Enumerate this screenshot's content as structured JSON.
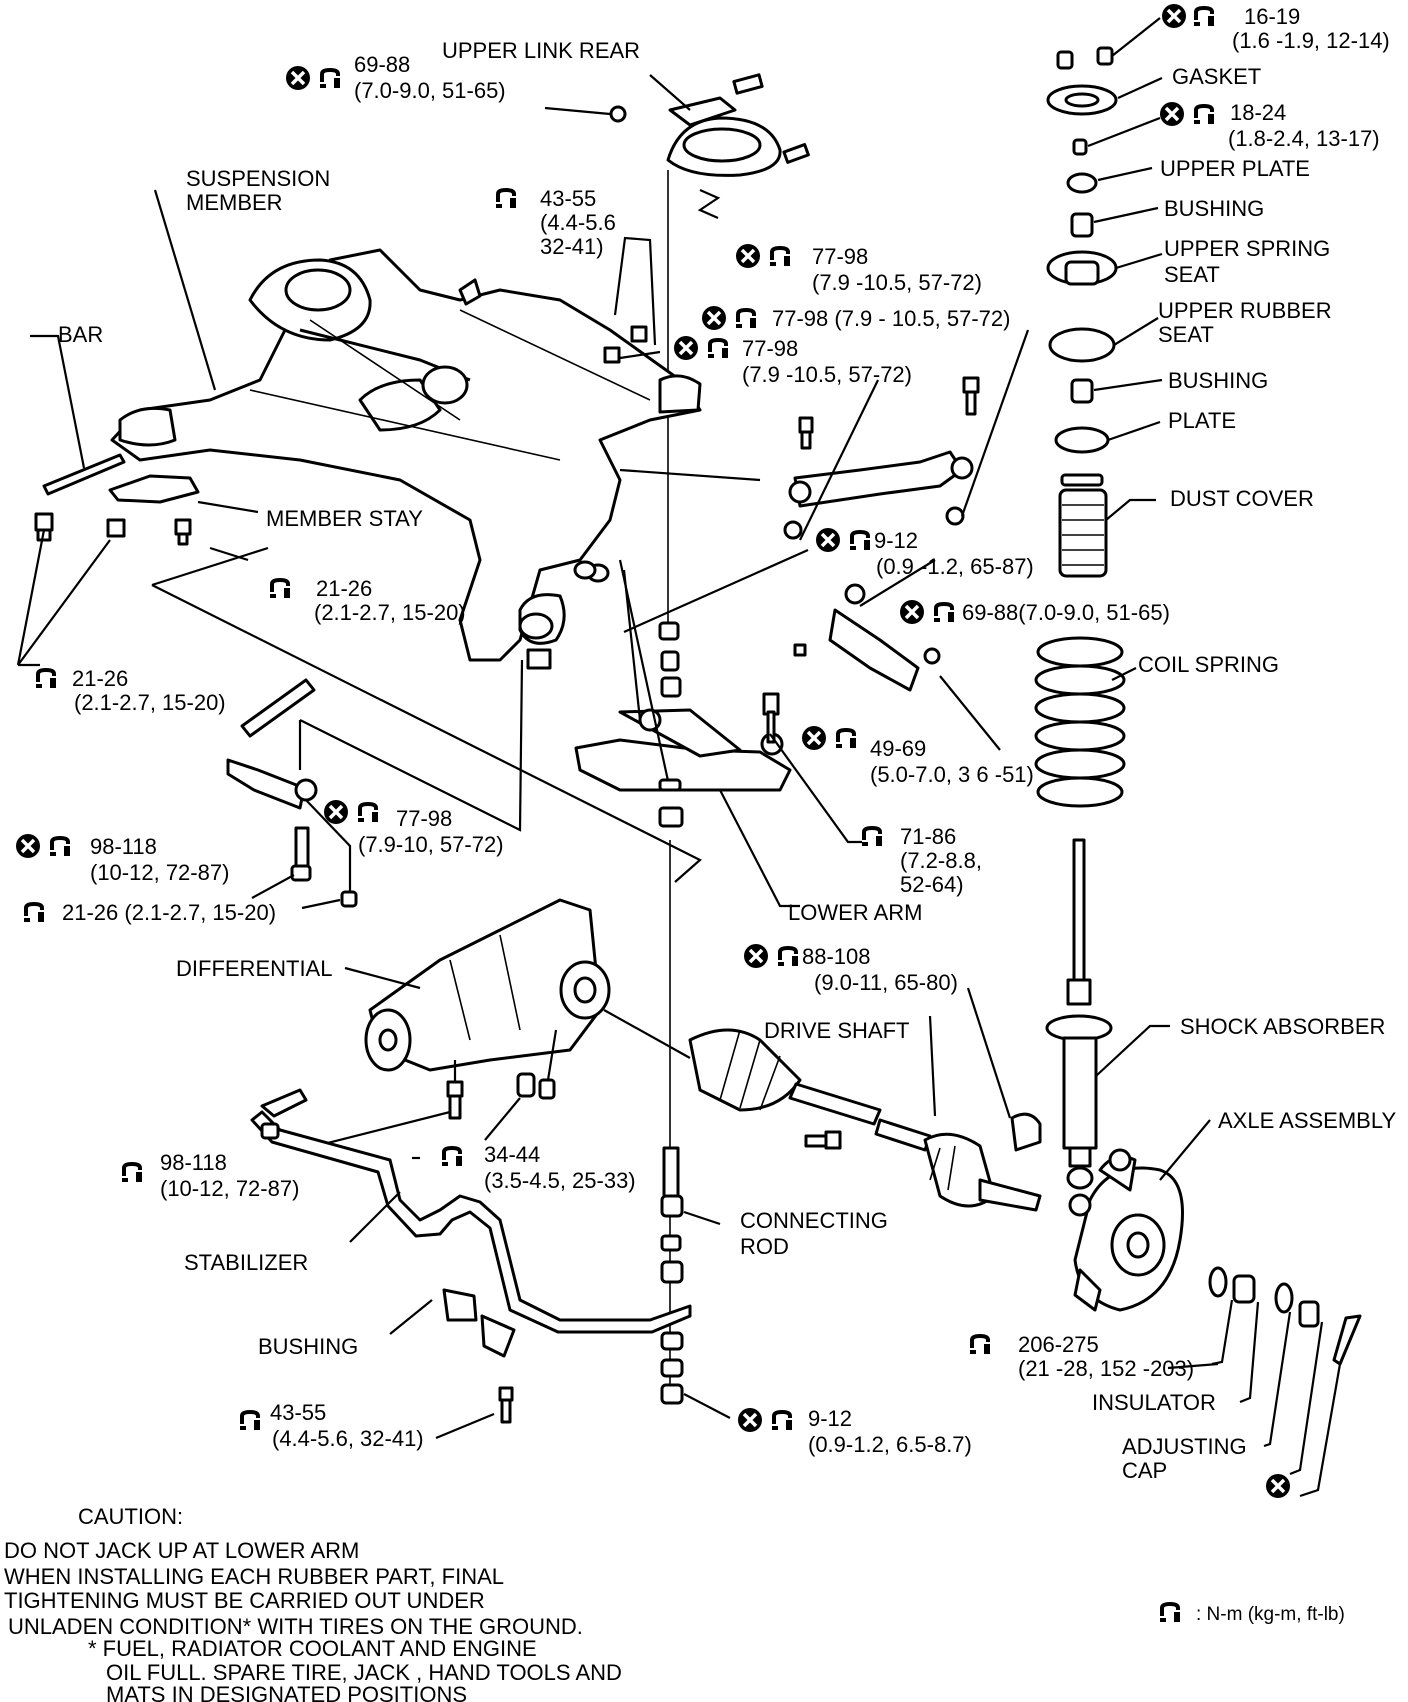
{
  "labels": {
    "upper_link_rear": "UPPER LINK REAR",
    "suspension_member_1": "SUSPENSION",
    "suspension_member_2": "MEMBER",
    "bar": "BAR",
    "member_stay": "MEMBER STAY",
    "gasket": "GASKET",
    "upper_plate": "UPPER PLATE",
    "bushing_top": "BUSHING",
    "upper_spring_seat_1": "UPPER SPRING",
    "upper_spring_seat_2": "SEAT",
    "upper_rubber_seat_1": "UPPER RUBBER",
    "upper_rubber_seat_2": "SEAT",
    "bushing_mid": "BUSHING",
    "plate": "PLATE",
    "dust_cover": "DUST COVER",
    "coil_spring": "COIL SPRING",
    "lower_arm": "LOWER ARM",
    "differential": "DIFFERENTIAL",
    "drive_shaft": "DRIVE SHAFT",
    "shock_absorber": "SHOCK ABSORBER",
    "axle_assembly": "AXLE ASSEMBLY",
    "connecting_rod_1": "CONNECTING",
    "connecting_rod_2": "ROD",
    "stabilizer": "STABILIZER",
    "bushing_bottom": "BUSHING",
    "insulator": "INSULATOR",
    "adjusting_cap_1": "ADJUSTING",
    "adjusting_cap_2": "CAP"
  },
  "torques": {
    "t1619_a": "16-19",
    "t1619_b": "(1.6 -1.9, 12-14)",
    "t6988_a": "69-88",
    "t6988_b": "(7.0-9.0, 51-65)",
    "t1824_a": "18-24",
    "t1824_b": "(1.8-2.4, 13-17)",
    "t4355_a": "43-55",
    "t4355_b": "(4.4-5.6",
    "t4355_c": "32-41)",
    "t7798a_a": "77-98",
    "t7798a_b": "(7.9 -10.5, 57-72)",
    "t7798b_a": "77-98  (7.9 - 10.5, 57-72)",
    "t7798c_a": "77-98",
    "t7798c_b": "(7.9 -10.5, 57-72)",
    "t2126a_a": "21-26",
    "t2126a_b": "(2.1-2.7, 15-20)",
    "t912a_a": "9-12",
    "t912a_b": "(0.9 -1.2, 65-87)",
    "t6988b_a": "69-88(7.0-9.0, 51-65)",
    "t2126b_a": "21-26",
    "t2126b_b": "(2.1-2.7, 15-20)",
    "t4969_a": "49-69",
    "t4969_b": "(5.0-7.0, 3 6 -51)",
    "t7798d_a": "77-98",
    "t7798d_b": "(7.9-10, 57-72)",
    "t71_a": "71-86",
    "t71_b": "(7.2-8.8,",
    "t71_c": "52-64)",
    "t98118a_a": "98-118",
    "t98118a_b": "(10-12, 72-87)",
    "t2126c": "21-26 (2.1-2.7, 15-20)",
    "t88108_a": "88-108",
    "t88108_b": "(9.0-11, 65-80)",
    "t98118b_a": "98-118",
    "t98118b_b": "(10-12, 72-87)",
    "t3444_a": "34-44",
    "t3444_b": "(3.5-4.5, 25-33)",
    "t206_a": "206-275",
    "t206_b": "(21 -28, 152 -203)",
    "t4355b_a": "43-55",
    "t4355b_b": "(4.4-5.6, 32-41)",
    "t912b_a": "9-12",
    "t912b_b": "(0.9-1.2, 6.5-8.7)"
  },
  "caution": {
    "title": "CAUTION:",
    "line1": "DO  NOT JACK UP AT LOWER ARM",
    "line2": "WHEN INSTALLING EACH RUBBER PART, FINAL",
    "line3": "TIGHTENING MUST BE CARRIED OUT UNDER",
    "line4": "UNLADEN CONDITION* WITH TIRES ON THE GROUND.",
    "note1": "* FUEL, RADIATOR COOLANT AND ENGINE",
    "note2": "OIL FULL. SPARE TIRE, JACK , HAND TOOLS AND",
    "note3": "MATS IN DESIGNATED POSITIONS"
  },
  "legend": {
    "units": ": N-m (kg-m, ft-lb)"
  },
  "icons": {
    "non_reusable": "crossed-circle-icon",
    "torque": "torque-wrench-icon"
  }
}
